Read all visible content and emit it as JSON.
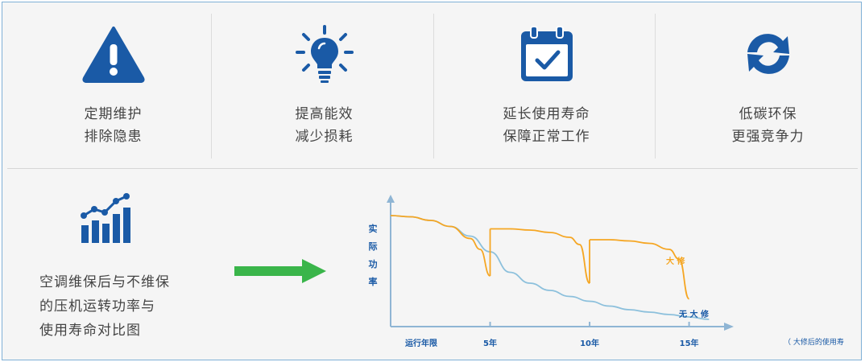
{
  "features": [
    {
      "icon": "warning-icon",
      "line1": "定期维护",
      "line2": "排除隐患"
    },
    {
      "icon": "lightbulb-icon",
      "line1": "提高能效",
      "line2": "减少损耗"
    },
    {
      "icon": "calendar-check-icon",
      "line1": "延长使用寿命",
      "line2": "保障正常工作"
    },
    {
      "icon": "refresh-icon",
      "line1": "低碳环保",
      "line2": "更强竞争力"
    }
  ],
  "comparison": {
    "icon": "bar-chart-trend-icon",
    "lines": [
      "空调维保后与不维保",
      "的压机运转功率与",
      "使用寿命对比图"
    ]
  },
  "colors": {
    "brand_blue": "#1a5aa6",
    "arrow_green": "#3ab54a",
    "overhaul_orange": "#f5a623",
    "no_overhaul_blue": "#8cc0dc",
    "axis_blue": "#8fb5d4"
  },
  "chart_data": {
    "type": "line",
    "ylabel": "实际功率",
    "xlabel": "运行年限",
    "x_ticks": [
      "5年",
      "10年",
      "15年"
    ],
    "xlim": [
      0,
      17
    ],
    "ylim": [
      0,
      100
    ],
    "annotation": "（ 大修后的使用寿",
    "series": [
      {
        "name": "大 修",
        "segments": [
          {
            "x": [
              0,
              1,
              2,
              3,
              4,
              4.5,
              5
            ],
            "y": [
              92,
              91,
              88,
              83,
              73,
              64,
              42
            ]
          },
          {
            "x": [
              5,
              6,
              7,
              8,
              9,
              9.5,
              10
            ],
            "y": [
              81,
              81,
              80,
              78,
              74,
              68,
              36
            ]
          },
          {
            "x": [
              10,
              11,
              12,
              13,
              14,
              14.5,
              15
            ],
            "y": [
              72,
              72,
              71,
              69,
              64,
              56,
              23
            ]
          }
        ]
      },
      {
        "name": "无 大 修",
        "x": [
          0,
          1,
          2,
          3,
          4,
          5,
          6,
          7,
          8,
          9,
          10,
          11,
          12,
          13,
          14,
          15,
          16
        ],
        "y": [
          92,
          91,
          88,
          83,
          75,
          62,
          45,
          36,
          30,
          25,
          21,
          17,
          14,
          12,
          10,
          8,
          6
        ]
      }
    ]
  }
}
